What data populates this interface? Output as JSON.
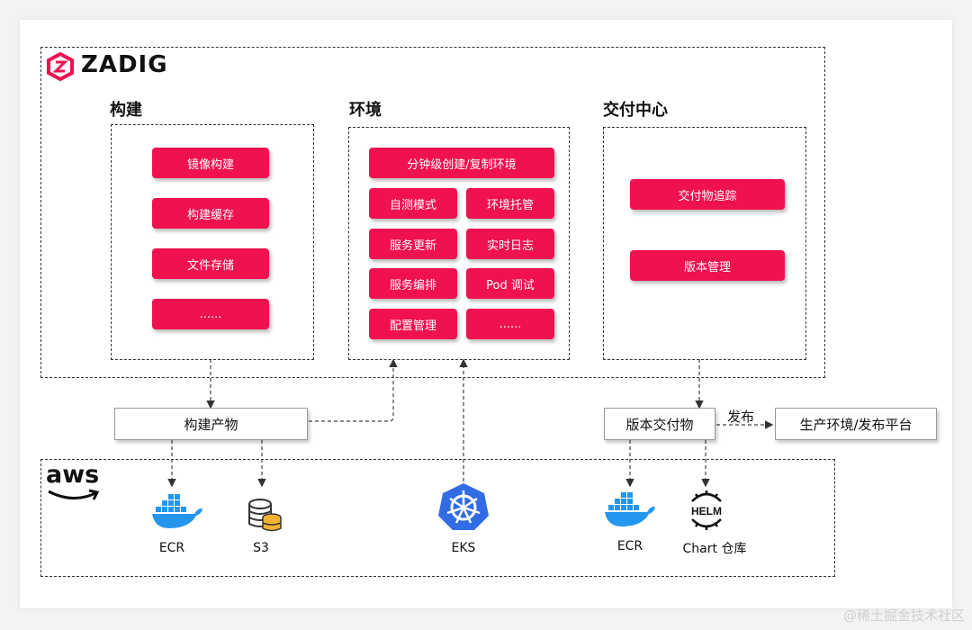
{
  "brand": {
    "name": "ZADIG"
  },
  "sections": {
    "build": {
      "title": "构建",
      "items": [
        "镜像构建",
        "构建缓存",
        "文件存储",
        "......"
      ]
    },
    "env": {
      "title": "环境",
      "top": "分钟级创建/复制环境",
      "grid": [
        "自测模式",
        "环境托管",
        "服务更新",
        "实时日志",
        "服务编排",
        "Pod 调试",
        "配置管理",
        "......"
      ]
    },
    "delivery": {
      "title": "交付中心",
      "items": [
        "交付物追踪",
        "版本管理"
      ]
    }
  },
  "flow": {
    "artifacts": "构建产物",
    "version_artifacts": "版本交付物",
    "publish": "发布",
    "target": "生产环境/发布平台"
  },
  "aws": {
    "logo": "aws",
    "services": [
      {
        "label": "ECR",
        "icon": "docker-icon"
      },
      {
        "label": "S3",
        "icon": "s3-database-icon"
      },
      {
        "label": "EKS",
        "icon": "kubernetes-icon"
      },
      {
        "label": "ECR",
        "icon": "docker-icon"
      },
      {
        "label": "Chart 仓库",
        "icon": "helm-icon"
      }
    ]
  },
  "watermark": "@稀土掘金技术社区",
  "colors": {
    "accent": "#f0114f",
    "docker": "#2496ed",
    "kubernetes": "#326ce5",
    "s3": "#f2b233"
  }
}
